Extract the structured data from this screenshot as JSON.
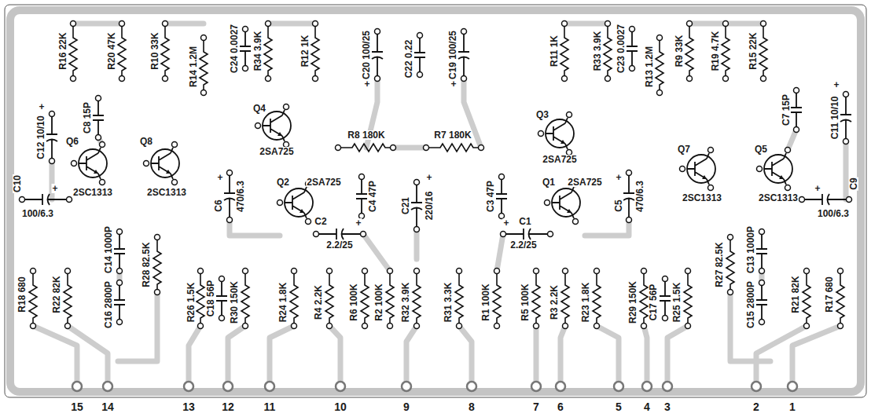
{
  "diagram": {
    "labels": [
      "R16 22K",
      "C8 15P",
      "R20 47K",
      "R10 33K",
      "R14 1.2M",
      "C24 0.0027",
      "R34 3.9K",
      "R12 1K",
      "C20 100/25",
      "+",
      "C22 0.22",
      "C19 100/25",
      "+",
      "R11 1K",
      "R33 3.9K",
      "C23 0.0027",
      "R13 1.2M",
      "R9 33K",
      "R19 4.7K",
      "R15 22K",
      "C7 15P",
      "C11 10/10",
      "+",
      "C12 10/10",
      "+",
      "Q6",
      "2SC1313",
      "Q8",
      "2SC1313",
      "Q4",
      "2SA725",
      "R8 180K",
      "R7 180K",
      "Q3",
      "2SA725",
      "Q2",
      "2SA725",
      "C4 47P",
      "C21",
      "220/16",
      "+",
      "C3 47P",
      "Q1",
      "2SA725",
      "C6",
      "470/6.3",
      "+",
      "C5",
      "470/6.3",
      "+",
      "C2",
      "2.2/25",
      "+",
      "C1",
      "2.2/25",
      "+",
      "Q7",
      "2SC1313",
      "Q5",
      "2SC1313",
      "C10",
      "100/6.3",
      "+",
      "C9",
      "100/6.3",
      "+",
      "R18 680",
      "R22 82K",
      "C14 1000P",
      "C16 2800P",
      "R28 82.5K",
      "R26 1.5K",
      "C18 56P",
      "R30 150K",
      "R24 1.8K",
      "R4 2.2K",
      "R6 100K",
      "R2 100K",
      "R32 3.9K",
      "R31 3.3K",
      "R1 100K",
      "R5 100K",
      "R3 2.2K",
      "R23 1.8K",
      "R29 150K",
      "C17 56P",
      "R25 1.5K",
      "R27 82.5K",
      "C13 1000P",
      "C15 2800P",
      "R21 82K",
      "R17 680",
      "15",
      "14",
      "13",
      "12",
      "11",
      "10",
      "9",
      "8",
      "7",
      "6",
      "5",
      "4",
      "3",
      "2",
      "1"
    ]
  }
}
